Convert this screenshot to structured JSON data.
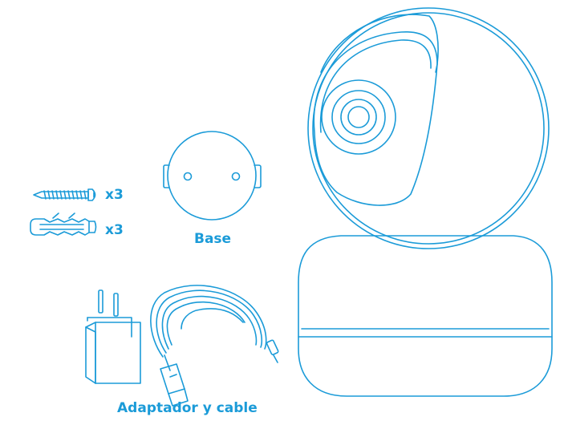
{
  "labels": {
    "screws_qty": "x3",
    "plugs_qty": "x3",
    "base": "Base",
    "adapter_cable": "Adaptador y cable"
  },
  "colors": {
    "line": "#1b9bd8",
    "label": "#1b9bd8",
    "background": "#ffffff"
  },
  "items": [
    {
      "name": "screw",
      "icon": "screw-icon"
    },
    {
      "name": "wall-plug",
      "icon": "wall-plug-icon"
    },
    {
      "name": "base",
      "icon": "mounting-base-icon"
    },
    {
      "name": "power-adapter",
      "icon": "power-adapter-icon"
    },
    {
      "name": "usb-cable",
      "icon": "usb-cable-icon"
    },
    {
      "name": "camera",
      "icon": "pan-tilt-camera-icon"
    }
  ]
}
